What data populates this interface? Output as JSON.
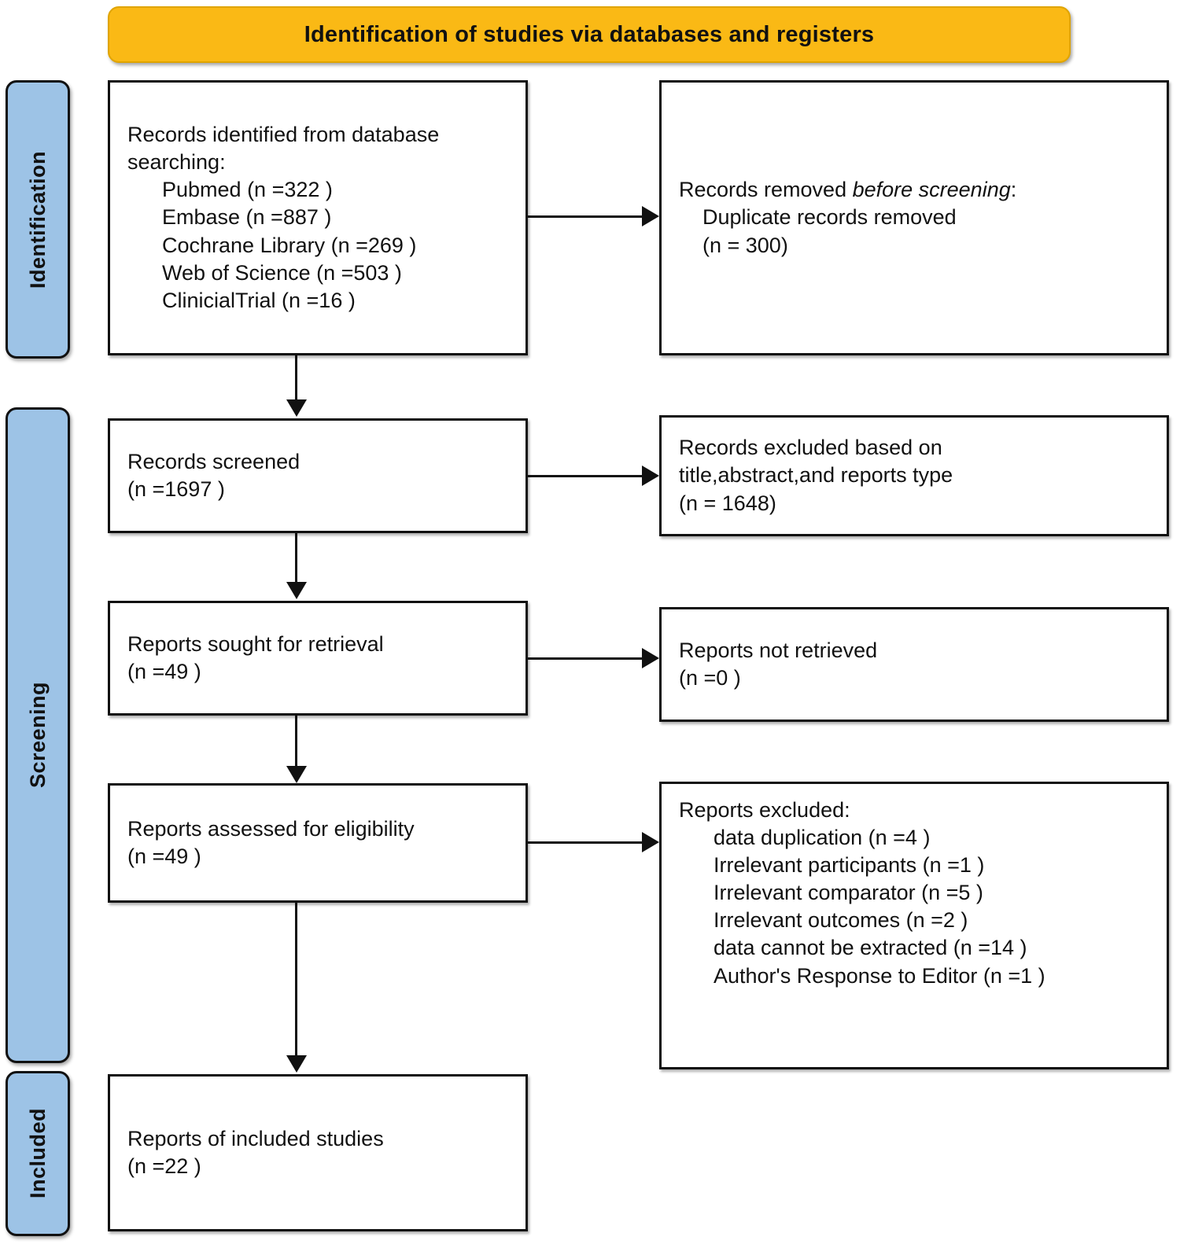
{
  "banner": {
    "title": "Identification of studies via databases and registers"
  },
  "phases": [
    {
      "label": "Identification"
    },
    {
      "label": "Screening"
    },
    {
      "label": "Included"
    }
  ],
  "boxes": {
    "identified": {
      "line1": "Records identified from database",
      "line2": "searching:",
      "items": [
        "Pubmed (n =322 )",
        "Embase (n =887 )",
        "Cochrane Library (n =269 )",
        "Web of Science (n =503 )",
        "ClinicialTrial (n =16 )"
      ]
    },
    "removed_before_screening": {
      "line1_prefix": "Records removed ",
      "line1_italic": "before screening",
      "line1_suffix": ":",
      "line2": "Duplicate records removed",
      "line3": "(n = 300)"
    },
    "records_screened": {
      "line1": "Records screened",
      "line2": "(n =1697 )"
    },
    "records_excluded": {
      "line1": "Records excluded based on",
      "line2": "title,abstract,and reports type",
      "line3": "(n = 1648)"
    },
    "reports_sought": {
      "line1": "Reports sought for retrieval",
      "line2": "(n =49 )"
    },
    "reports_not_retrieved": {
      "line1": "Reports not retrieved",
      "line2": "(n =0 )"
    },
    "reports_assessed": {
      "line1": "Reports assessed for eligibility",
      "line2": "(n =49 )"
    },
    "reports_excluded": {
      "heading": "Reports excluded:",
      "items": [
        "data duplication (n =4 )",
        "Irrelevant participants (n =1 )",
        "Irrelevant comparator (n =5 )",
        "Irrelevant outcomes (n =2 )",
        "data cannot be extracted (n =14 )",
        "Author's Response to Editor (n =1 )"
      ]
    },
    "included_studies": {
      "line1": "Reports of included studies",
      "line2": "(n =22 )"
    }
  },
  "colors": {
    "banner_fill": "#FAB915",
    "phase_fill": "#9DC3E6",
    "line": "#111111",
    "box_fill": "#FFFFFF"
  }
}
